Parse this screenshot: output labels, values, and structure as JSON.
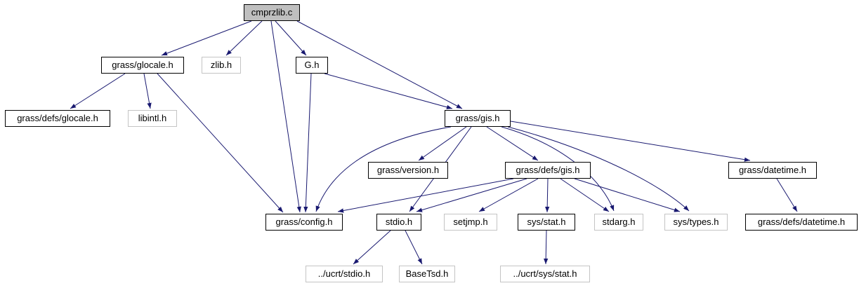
{
  "graph": {
    "type": "include-dependency-graph",
    "root": "cmprzlib.c",
    "colors": {
      "edge": "#191970",
      "node_border": "#000000",
      "external_node_border": "#c4c4c4",
      "root_fill": "#bfbfbf",
      "node_fill": "#ffffff",
      "text": "#000000"
    }
  },
  "nodes": [
    {
      "label": "cmprzlib.c",
      "kind": "root"
    },
    {
      "label": "grass/glocale.h",
      "kind": "internal"
    },
    {
      "label": "zlib.h",
      "kind": "external"
    },
    {
      "label": "G.h",
      "kind": "internal"
    },
    {
      "label": "grass/defs/glocale.h",
      "kind": "internal"
    },
    {
      "label": "libintl.h",
      "kind": "external"
    },
    {
      "label": "grass/gis.h",
      "kind": "internal"
    },
    {
      "label": "grass/version.h",
      "kind": "internal"
    },
    {
      "label": "grass/defs/gis.h",
      "kind": "internal"
    },
    {
      "label": "grass/datetime.h",
      "kind": "internal"
    },
    {
      "label": "grass/config.h",
      "kind": "internal"
    },
    {
      "label": "stdio.h",
      "kind": "internal"
    },
    {
      "label": "setjmp.h",
      "kind": "external"
    },
    {
      "label": "sys/stat.h",
      "kind": "internal"
    },
    {
      "label": "stdarg.h",
      "kind": "external"
    },
    {
      "label": "sys/types.h",
      "kind": "external"
    },
    {
      "label": "grass/defs/datetime.h",
      "kind": "internal"
    },
    {
      "label": "../ucrt/stdio.h",
      "kind": "external"
    },
    {
      "label": "BaseTsd.h",
      "kind": "external"
    },
    {
      "label": "../ucrt/sys/stat.h",
      "kind": "external"
    }
  ],
  "edges": [
    {
      "from": "cmprzlib.c",
      "to": "grass/glocale.h"
    },
    {
      "from": "cmprzlib.c",
      "to": "zlib.h"
    },
    {
      "from": "cmprzlib.c",
      "to": "G.h"
    },
    {
      "from": "cmprzlib.c",
      "to": "grass/gis.h"
    },
    {
      "from": "cmprzlib.c",
      "to": "grass/config.h"
    },
    {
      "from": "grass/glocale.h",
      "to": "grass/defs/glocale.h"
    },
    {
      "from": "grass/glocale.h",
      "to": "libintl.h"
    },
    {
      "from": "grass/glocale.h",
      "to": "grass/config.h"
    },
    {
      "from": "G.h",
      "to": "grass/gis.h"
    },
    {
      "from": "G.h",
      "to": "grass/config.h"
    },
    {
      "from": "grass/gis.h",
      "to": "grass/version.h"
    },
    {
      "from": "grass/gis.h",
      "to": "grass/defs/gis.h"
    },
    {
      "from": "grass/gis.h",
      "to": "grass/datetime.h"
    },
    {
      "from": "grass/gis.h",
      "to": "grass/config.h"
    },
    {
      "from": "grass/gis.h",
      "to": "stdio.h"
    },
    {
      "from": "grass/gis.h",
      "to": "stdarg.h"
    },
    {
      "from": "grass/gis.h",
      "to": "sys/types.h"
    },
    {
      "from": "grass/defs/gis.h",
      "to": "grass/config.h"
    },
    {
      "from": "grass/defs/gis.h",
      "to": "stdio.h"
    },
    {
      "from": "grass/defs/gis.h",
      "to": "setjmp.h"
    },
    {
      "from": "grass/defs/gis.h",
      "to": "sys/stat.h"
    },
    {
      "from": "grass/defs/gis.h",
      "to": "stdarg.h"
    },
    {
      "from": "grass/defs/gis.h",
      "to": "sys/types.h"
    },
    {
      "from": "grass/datetime.h",
      "to": "grass/defs/datetime.h"
    },
    {
      "from": "stdio.h",
      "to": "../ucrt/stdio.h"
    },
    {
      "from": "stdio.h",
      "to": "BaseTsd.h"
    },
    {
      "from": "sys/stat.h",
      "to": "../ucrt/sys/stat.h"
    }
  ]
}
